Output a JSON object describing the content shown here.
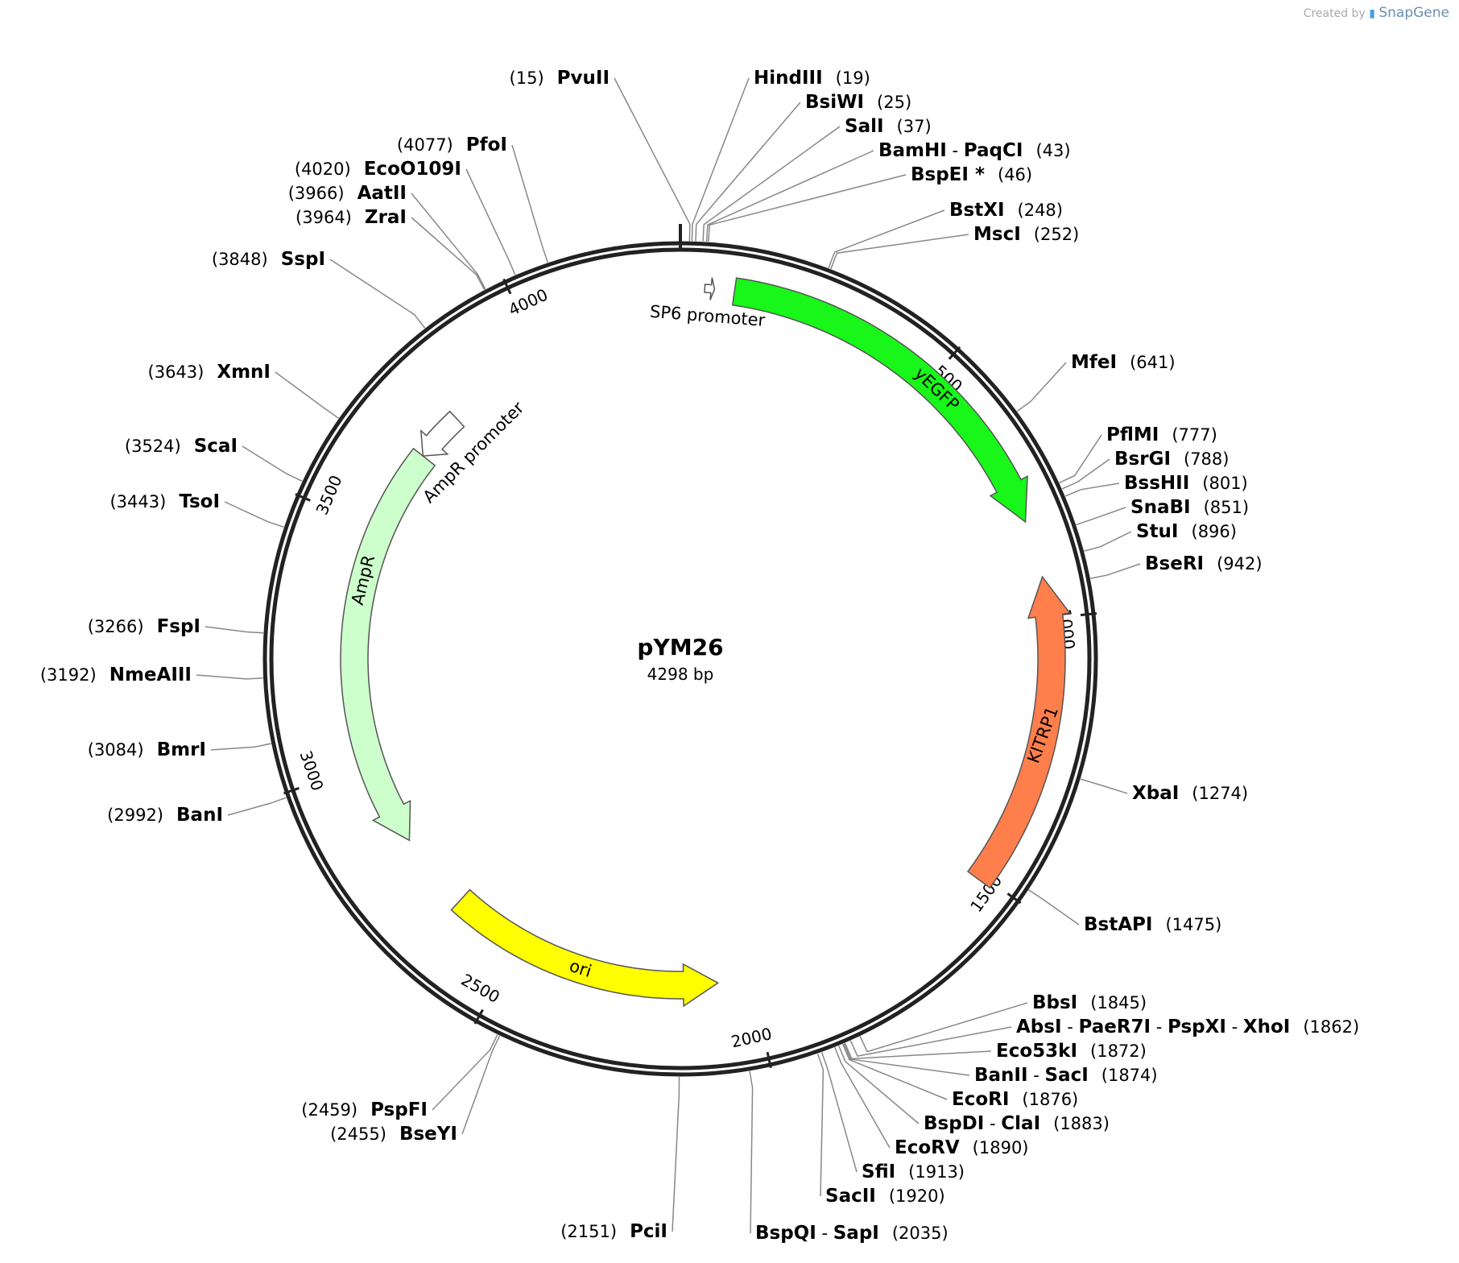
{
  "credit": {
    "prefix": "Created by",
    "brand": "SnapGene"
  },
  "plasmid": {
    "name": "pYM26",
    "size_label": "4298 bp",
    "length": 4298
  },
  "ticks": [
    {
      "pos": 500,
      "label": "500"
    },
    {
      "pos": 1000,
      "label": "1000"
    },
    {
      "pos": 1500,
      "label": "1500"
    },
    {
      "pos": 2000,
      "label": "2000"
    },
    {
      "pos": 2500,
      "label": "2500"
    },
    {
      "pos": 3000,
      "label": "3000"
    },
    {
      "pos": 3500,
      "label": "3500"
    },
    {
      "pos": 4000,
      "label": "4000"
    }
  ],
  "features": [
    {
      "name": "SP6 promoter",
      "start": 45,
      "end": 63,
      "dir": 1,
      "color": "#ffffff",
      "track": "outer"
    },
    {
      "name": "yEGFP",
      "start": 100,
      "end": 816,
      "dir": 1,
      "color": "#19f619",
      "track": "outer"
    },
    {
      "name": "KlTRP1",
      "start": 922,
      "end": 1510,
      "dir": -1,
      "color": "#ff7f4c",
      "track": "outer"
    },
    {
      "name": "ori",
      "start": 2070,
      "end": 2655,
      "dir": -1,
      "color": "#ffff00",
      "track": "inner"
    },
    {
      "name": "AmpR",
      "start": 2820,
      "end": 3680,
      "dir": -1,
      "color": "#ccffcc",
      "track": "inner"
    },
    {
      "name": "AmpR promoter",
      "start": 3680,
      "end": 3785,
      "dir": -1,
      "color": "#ffffff",
      "track": "inner"
    }
  ],
  "sites": [
    {
      "names": [
        "PvuII"
      ],
      "pos": "(15)",
      "side": "left",
      "color": "#000000"
    },
    {
      "names": [
        "HindIII"
      ],
      "pos": "(19)",
      "side": "right",
      "color": "#000000"
    },
    {
      "names": [
        "BsiWI"
      ],
      "pos": "(25)",
      "side": "right",
      "color": "#000000"
    },
    {
      "names": [
        "SalI"
      ],
      "pos": "(37)",
      "side": "right",
      "color": "#000000"
    },
    {
      "names": [
        "BamHI",
        "PaqCI"
      ],
      "pos": "(43)",
      "side": "right",
      "color": "#000000"
    },
    {
      "names": [
        "BspEI *"
      ],
      "pos": "(46)",
      "side": "right",
      "color": "#888888"
    },
    {
      "names": [
        "BstXI"
      ],
      "pos": "(248)",
      "side": "right",
      "color": "#000000"
    },
    {
      "names": [
        "MscI"
      ],
      "pos": "(252)",
      "side": "right",
      "color": "#000000"
    },
    {
      "names": [
        "MfeI"
      ],
      "pos": "(641)",
      "side": "right",
      "color": "#000000"
    },
    {
      "names": [
        "PflMI"
      ],
      "pos": "(777)",
      "side": "right",
      "color": "#000000"
    },
    {
      "names": [
        "BsrGI"
      ],
      "pos": "(788)",
      "side": "right",
      "color": "#000000"
    },
    {
      "names": [
        "BssHII"
      ],
      "pos": "(801)",
      "side": "right",
      "color": "#000000"
    },
    {
      "names": [
        "SnaBI"
      ],
      "pos": "(851)",
      "side": "right",
      "color": "#000000"
    },
    {
      "names": [
        "StuI"
      ],
      "pos": "(896)",
      "side": "right",
      "color": "#000000"
    },
    {
      "names": [
        "BseRI"
      ],
      "pos": "(942)",
      "side": "right",
      "color": "#000000"
    },
    {
      "names": [
        "XbaI"
      ],
      "pos": "(1274)",
      "side": "right",
      "color": "#000000"
    },
    {
      "names": [
        "BstAPI"
      ],
      "pos": "(1475)",
      "side": "right",
      "color": "#000000"
    },
    {
      "names": [
        "BbsI"
      ],
      "pos": "(1845)",
      "side": "right",
      "color": "#000000"
    },
    {
      "names": [
        "AbsI",
        "PaeR7I",
        "PspXI",
        "XhoI"
      ],
      "pos": "(1862)",
      "side": "right",
      "color": "#000000"
    },
    {
      "names": [
        "Eco53kI"
      ],
      "pos": "(1872)",
      "side": "right",
      "color": "#000000"
    },
    {
      "names": [
        "BanII",
        "SacI"
      ],
      "pos": "(1874)",
      "side": "right",
      "color": "#000000"
    },
    {
      "names": [
        "EcoRI"
      ],
      "pos": "(1876)",
      "side": "right",
      "color": "#000000"
    },
    {
      "names": [
        "BspDI",
        "ClaI"
      ],
      "pos": "(1883)",
      "side": "right",
      "color": "#000000"
    },
    {
      "names": [
        "EcoRV"
      ],
      "pos": "(1890)",
      "side": "right",
      "color": "#000000"
    },
    {
      "names": [
        "SfiI"
      ],
      "pos": "(1913)",
      "side": "right",
      "color": "#000000"
    },
    {
      "names": [
        "SacII"
      ],
      "pos": "(1920)",
      "side": "right",
      "color": "#000000"
    },
    {
      "names": [
        "BspQI",
        "SapI"
      ],
      "pos": "(2035)",
      "side": "right",
      "color": "#000000"
    },
    {
      "names": [
        "PciI"
      ],
      "pos": "(2151)",
      "side": "left",
      "color": "#000000"
    },
    {
      "names": [
        "PspFI"
      ],
      "pos": "(2459)",
      "side": "left",
      "color": "#000000"
    },
    {
      "names": [
        "BseYI"
      ],
      "pos": "(2455)",
      "side": "left",
      "color": "#000000"
    },
    {
      "names": [
        "BanI"
      ],
      "pos": "(2992)",
      "side": "left",
      "color": "#000000"
    },
    {
      "names": [
        "BmrI"
      ],
      "pos": "(3084)",
      "side": "left",
      "color": "#000000"
    },
    {
      "names": [
        "NmeAIII"
      ],
      "pos": "(3192)",
      "side": "left",
      "color": "#000000"
    },
    {
      "names": [
        "FspI"
      ],
      "pos": "(3266)",
      "side": "left",
      "color": "#000000"
    },
    {
      "names": [
        "TsoI"
      ],
      "pos": "(3443)",
      "side": "left",
      "color": "#000000"
    },
    {
      "names": [
        "ScaI"
      ],
      "pos": "(3524)",
      "side": "left",
      "color": "#000000"
    },
    {
      "names": [
        "XmnI"
      ],
      "pos": "(3643)",
      "side": "left",
      "color": "#000000"
    },
    {
      "names": [
        "SspI"
      ],
      "pos": "(3848)",
      "side": "left",
      "color": "#000000"
    },
    {
      "names": [
        "ZraI"
      ],
      "pos": "(3964)",
      "side": "left",
      "color": "#000000"
    },
    {
      "names": [
        "AatII"
      ],
      "pos": "(3966)",
      "side": "left",
      "color": "#000000"
    },
    {
      "names": [
        "EcoO109I"
      ],
      "pos": "(4020)",
      "side": "left",
      "color": "#000000"
    },
    {
      "names": [
        "PfoI"
      ],
      "pos": "(4077)",
      "side": "left",
      "color": "#000000"
    }
  ]
}
